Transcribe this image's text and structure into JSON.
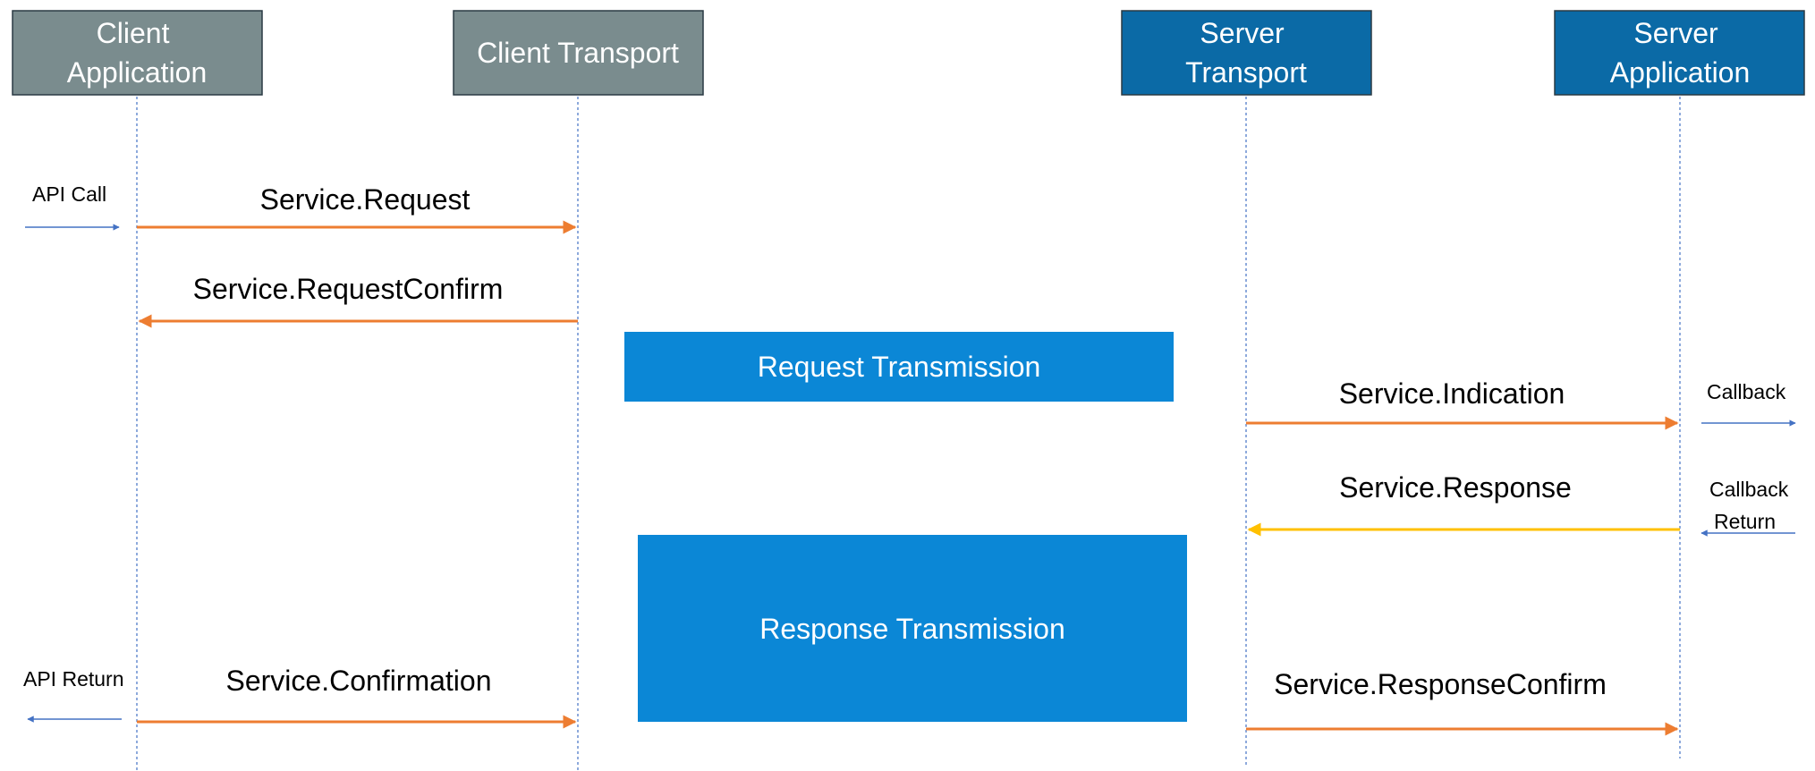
{
  "colors": {
    "client_box": "#7a8c8e",
    "server_box": "#0b6aa6",
    "band": "#0b87d6",
    "message_orange": "#ed7d31",
    "message_yellow": "#ffc000",
    "external_blue": "#4472c4"
  },
  "participants": [
    {
      "id": "client-application",
      "lines": [
        "Client",
        "Application"
      ],
      "side": "client"
    },
    {
      "id": "client-transport",
      "lines": [
        "Client Transport"
      ],
      "side": "client"
    },
    {
      "id": "server-transport",
      "lines": [
        "Server",
        "Transport"
      ],
      "side": "server"
    },
    {
      "id": "server-application",
      "lines": [
        "Server",
        "Application"
      ],
      "side": "server"
    }
  ],
  "messages": [
    {
      "id": "service-request",
      "label": "Service.Request",
      "from": "client-application",
      "to": "client-transport",
      "color": "orange"
    },
    {
      "id": "service-request-confirm",
      "label": "Service.RequestConfirm",
      "from": "client-transport",
      "to": "client-application",
      "color": "orange"
    },
    {
      "id": "service-indication",
      "label": "Service.Indication",
      "from": "server-transport",
      "to": "server-application",
      "color": "orange"
    },
    {
      "id": "service-response",
      "label": "Service.Response",
      "from": "server-application",
      "to": "server-transport",
      "color": "yellow"
    },
    {
      "id": "service-confirmation",
      "label": "Service.Confirmation",
      "from": "client-application",
      "to": "client-transport",
      "color": "orange"
    },
    {
      "id": "service-response-confirm",
      "label": "Service.ResponseConfirm",
      "from": "server-transport",
      "to": "server-application",
      "color": "orange"
    }
  ],
  "bands": [
    {
      "id": "request-transmission",
      "label": "Request Transmission"
    },
    {
      "id": "response-transmission",
      "label": "Response Transmission"
    }
  ],
  "external": [
    {
      "id": "api-call",
      "lines": [
        "API Call"
      ],
      "direction": "in"
    },
    {
      "id": "callback",
      "lines": [
        "Callback"
      ],
      "direction": "out"
    },
    {
      "id": "callback-return",
      "lines": [
        "Callback",
        "Return"
      ],
      "direction": "in"
    },
    {
      "id": "api-return",
      "lines": [
        "API Return"
      ],
      "direction": "out"
    }
  ]
}
